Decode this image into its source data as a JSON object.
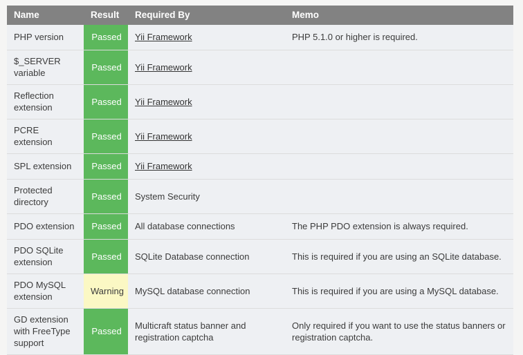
{
  "table": {
    "columns": [
      {
        "key": "name",
        "label": "Name"
      },
      {
        "key": "result",
        "label": "Result"
      },
      {
        "key": "required_by",
        "label": "Required By"
      },
      {
        "key": "memo",
        "label": "Memo"
      }
    ],
    "colors": {
      "header_bg": "#828282",
      "header_text": "#ffffff",
      "row_bg": "#eef0f3",
      "row_border": "#dcdcdc",
      "passed_bg": "#5cb85c",
      "passed_text": "#ffffff",
      "warning_bg": "#fbf8c4",
      "warning_text": "#3b3b3b",
      "page_bg": "#f5f5f4",
      "link_text": "#333333"
    },
    "rows": [
      {
        "name": "PHP version",
        "result": "Passed",
        "result_state": "passed",
        "required_by": "Yii Framework",
        "required_by_is_link": true,
        "memo": "PHP 5.1.0 or higher is required."
      },
      {
        "name": "$_SERVER variable",
        "result": "Passed",
        "result_state": "passed",
        "required_by": "Yii Framework",
        "required_by_is_link": true,
        "memo": ""
      },
      {
        "name": "Reflection extension",
        "result": "Passed",
        "result_state": "passed",
        "required_by": "Yii Framework",
        "required_by_is_link": true,
        "memo": ""
      },
      {
        "name": "PCRE extension",
        "result": "Passed",
        "result_state": "passed",
        "required_by": "Yii Framework",
        "required_by_is_link": true,
        "memo": ""
      },
      {
        "name": "SPL extension",
        "result": "Passed",
        "result_state": "passed",
        "required_by": "Yii Framework",
        "required_by_is_link": true,
        "memo": ""
      },
      {
        "name": "Protected directory",
        "result": "Passed",
        "result_state": "passed",
        "required_by": "System Security",
        "required_by_is_link": false,
        "memo": ""
      },
      {
        "name": "PDO extension",
        "result": "Passed",
        "result_state": "passed",
        "required_by": "All database connections",
        "required_by_is_link": false,
        "memo": "The PHP PDO extension is always required."
      },
      {
        "name": "PDO SQLite extension",
        "result": "Passed",
        "result_state": "passed",
        "required_by": "SQLite Database connection",
        "required_by_is_link": false,
        "memo": "This is required if you are using an SQLite database."
      },
      {
        "name": "PDO MySQL extension",
        "result": "Warning",
        "result_state": "warning",
        "required_by": "MySQL database connection",
        "required_by_is_link": false,
        "memo": "This is required if you are using a MySQL database."
      },
      {
        "name": "GD extension with FreeType support",
        "result": "Passed",
        "result_state": "passed",
        "required_by": "Multicraft status banner and registration captcha",
        "required_by_is_link": false,
        "memo": "Only required if you want to use the status banners or registration captcha."
      }
    ]
  }
}
